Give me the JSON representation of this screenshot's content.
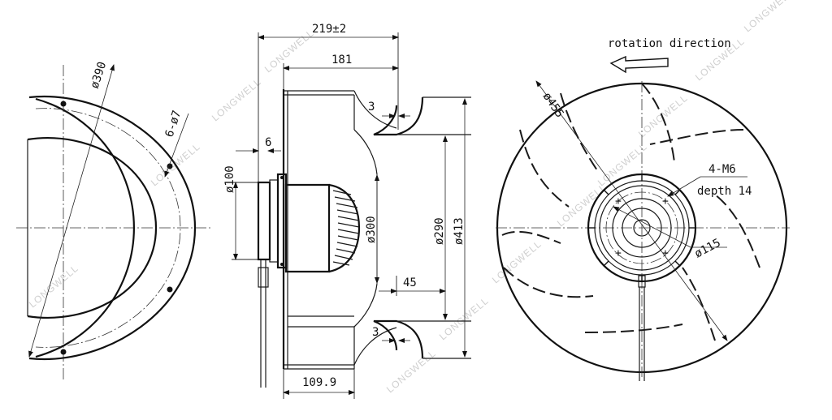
{
  "left_view": {
    "dia_outer": "ø390",
    "holes": "6-ø7"
  },
  "side_view": {
    "overall_width": "219±2",
    "impeller_width": "181",
    "gap_top": "3",
    "gap_bottom": "3",
    "flange_thickness": "6",
    "hub_dia": "ø100",
    "inlet_dia": "ø300",
    "ring_dia_inner": "ø290",
    "ring_dia_outer": "ø413",
    "inlet_depth": "45",
    "motor_length": "109.9"
  },
  "front_view": {
    "rotation_label": "rotation direction",
    "impeller_dia": "ø455",
    "thread_spec": "4-M6",
    "thread_depth": "depth 14",
    "bolt_circle": "ø115"
  },
  "watermark": "LONGWELL"
}
